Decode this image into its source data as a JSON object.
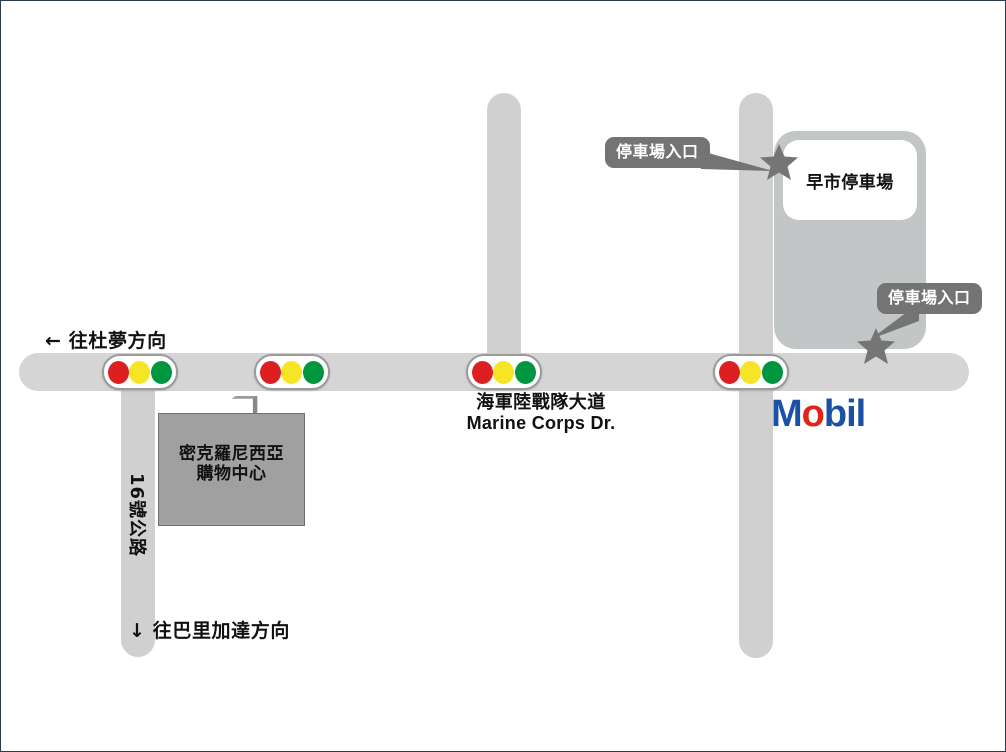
{
  "map": {
    "title": "Guam road map with Micronesia Mall, Marine Corps Dr. and Mobil station",
    "colors": {
      "road": "#d5d5d5",
      "road_vertical": "#d0d0d0",
      "building": "#a0a0a0",
      "parking": "#c3c6c7",
      "callout": "#747474",
      "star": "#757575",
      "light_red": "#dd1f22",
      "light_yellow": "#f5e525",
      "light_green": "#009640",
      "mobil_blue": "#1b51a5",
      "mobil_red": "#e2231a",
      "frame": "#2b3b47"
    },
    "roads": [
      {
        "id": "marine-corps-dr",
        "orientation": "horizontal",
        "name_cn": "海軍陸戰隊大道",
        "name_en": "Marine Corps Dr."
      },
      {
        "id": "route-16",
        "orientation": "vertical",
        "name_cn": "16號公路"
      },
      {
        "id": "cross-street-middle",
        "orientation": "vertical",
        "name_cn": ""
      },
      {
        "id": "cross-street-right",
        "orientation": "vertical",
        "name_cn": ""
      }
    ],
    "street_name": {
      "chinese": "海軍陸戰隊大道",
      "english": "Marine Corps Dr."
    },
    "highway_label": "16號公路",
    "directions": [
      {
        "id": "tumon",
        "arrow": "←",
        "text": "往杜夢方向"
      },
      {
        "id": "barrigada",
        "arrow": "↓",
        "text": "往巴里加達方向"
      }
    ],
    "traffic_lights": [
      {
        "id": "light-1",
        "bulbs": [
          "red",
          "yellow",
          "green"
        ]
      },
      {
        "id": "light-2",
        "bulbs": [
          "red",
          "yellow",
          "green"
        ]
      },
      {
        "id": "light-3",
        "bulbs": [
          "red",
          "yellow",
          "green"
        ]
      },
      {
        "id": "light-4",
        "bulbs": [
          "red",
          "yellow",
          "green"
        ]
      }
    ],
    "buildings": [
      {
        "id": "micronesia-mall",
        "label": "密克羅尼西亞\n購物中心",
        "label_line1": "密克羅尼西亞",
        "label_line2": "購物中心"
      },
      {
        "id": "morning-market-parking",
        "label": "早市停車場"
      }
    ],
    "callouts": [
      {
        "id": "parking-entrance-top",
        "text": "停車場入口"
      },
      {
        "id": "parking-entrance-bottom",
        "text": "停車場入口"
      }
    ],
    "brand": {
      "mobil": {
        "part1": "M",
        "part2": "o",
        "part3": "bil"
      }
    }
  }
}
